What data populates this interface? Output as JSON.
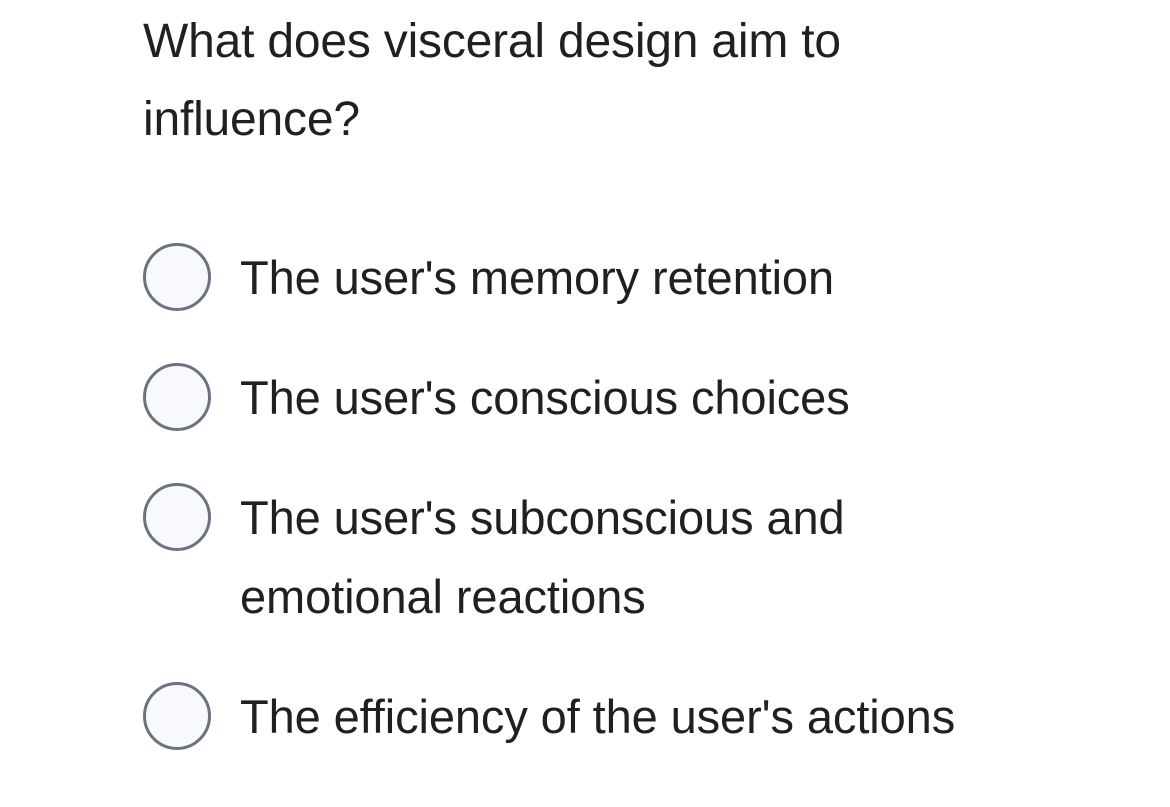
{
  "question": {
    "text": "What does visceral design aim to influence?"
  },
  "options": [
    {
      "id": "option-a",
      "label": "The user's memory retention",
      "selected": false
    },
    {
      "id": "option-b",
      "label": "The user's conscious choices",
      "selected": false
    },
    {
      "id": "option-c",
      "label": "The user's subconscious and emotional reactions",
      "selected": false
    },
    {
      "id": "option-d",
      "label": "The efficiency of the user's actions",
      "selected": false
    }
  ],
  "colors": {
    "background": "#ffffff",
    "text": "#1f2024",
    "radio_border": "#6b7280",
    "radio_fill": "#f7f9fd"
  }
}
